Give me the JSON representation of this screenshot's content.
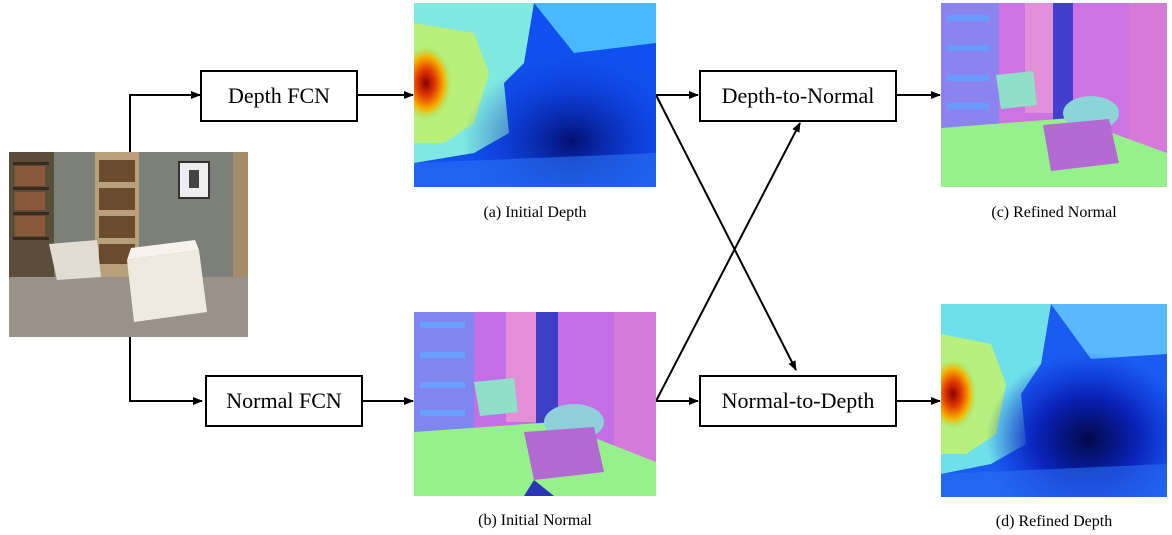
{
  "nodes": {
    "depth_fcn": "Depth FCN",
    "normal_fcn": "Normal FCN",
    "depth_to_normal": "Depth-to-Normal",
    "normal_to_depth": "Normal-to-Depth"
  },
  "captions": {
    "initial_depth": "(a) Initial Depth",
    "initial_normal": "(b) Initial Normal",
    "refined_normal": "(c) Refined Normal",
    "refined_depth": "(d) Refined Depth"
  },
  "colors": {
    "depth_blue": "#0b2fd6",
    "depth_cyan": "#3fd8ff",
    "depth_red": "#d41a00",
    "normal_pink": "#c86ee6",
    "normal_green": "#96f08c",
    "normal_blue": "#3a4fe0",
    "room_wall": "#7d8078",
    "chair_white": "#e9e4da"
  }
}
